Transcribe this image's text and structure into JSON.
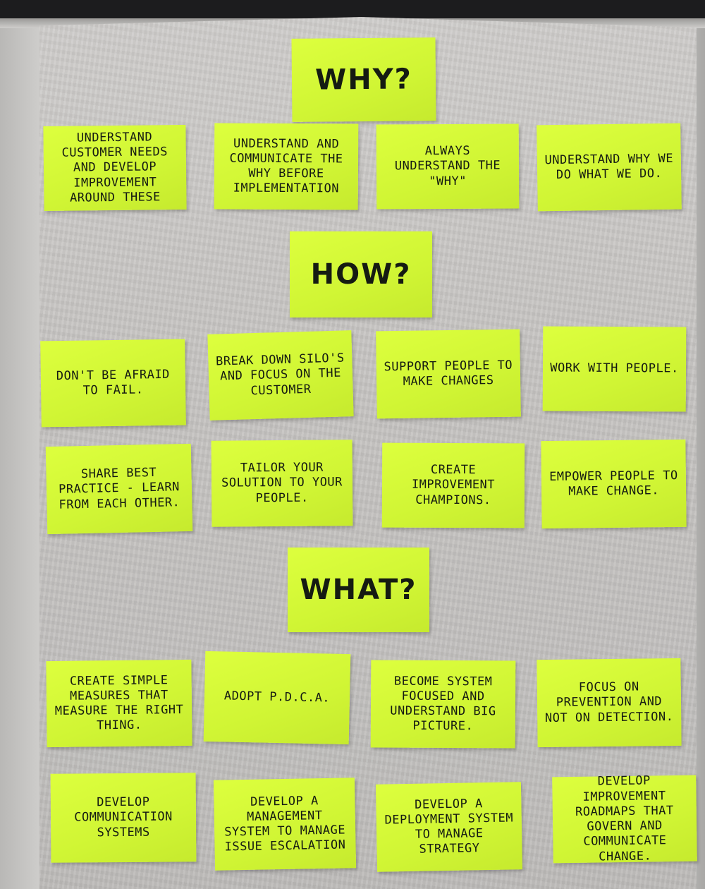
{
  "sections": {
    "why": {
      "heading": "Why?",
      "notes": [
        "Understand customer needs and develop improvement around these",
        "Understand and communicate the why before implementation",
        "Always understand the \"why\"",
        "Understand why we do what we do."
      ]
    },
    "how": {
      "heading": "How?",
      "notes": [
        "Don't be afraid to fail.",
        "Break down silo's and focus on the customer",
        "Support people to make changes",
        "Work with people.",
        "Share best practice - learn from each other.",
        "Tailor your solution to your people.",
        "Create improvement champions.",
        "Empower people to make change."
      ]
    },
    "what": {
      "heading": "What?",
      "notes": [
        "Create simple measures that measure the right thing.",
        "Adopt P.D.C.A.",
        "Become system focused and understand big picture.",
        "Focus on prevention and not on detection.",
        "Develop communication systems",
        "Develop a management system to manage issue escalation",
        "Develop a deployment system to manage strategy",
        "Develop improvement roadmaps that govern and communicate change."
      ]
    }
  }
}
